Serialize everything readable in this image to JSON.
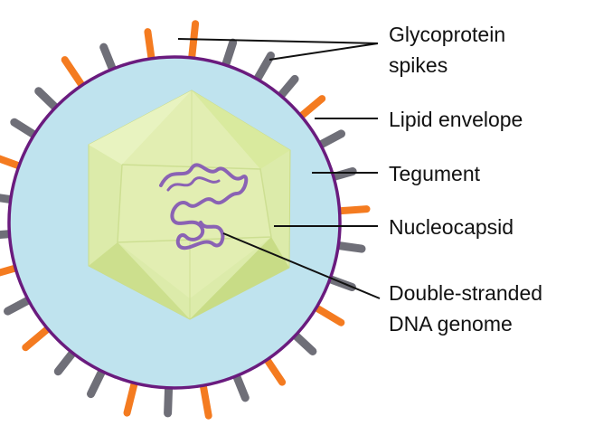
{
  "labels": {
    "glycoprotein_line1": "Glycoprotein",
    "glycoprotein_line2": "spikes",
    "lipid_envelope": "Lipid envelope",
    "tegument": "Tegument",
    "nucleocapsid": "Nucleocapsid",
    "genome_line1": "Double-stranded",
    "genome_line2": "DNA genome"
  },
  "colors": {
    "envelope_ring": "#6a1b7e",
    "tegument_fill": "#bfe3ee",
    "capsid_light": "#e4f0b6",
    "capsid_mid": "#d6e89e",
    "capsid_dark": "#c6dc84",
    "spike_orange": "#f47b20",
    "spike_gray": "#6f6f78",
    "genome": "#8a62b4",
    "leader_line": "#111111"
  }
}
